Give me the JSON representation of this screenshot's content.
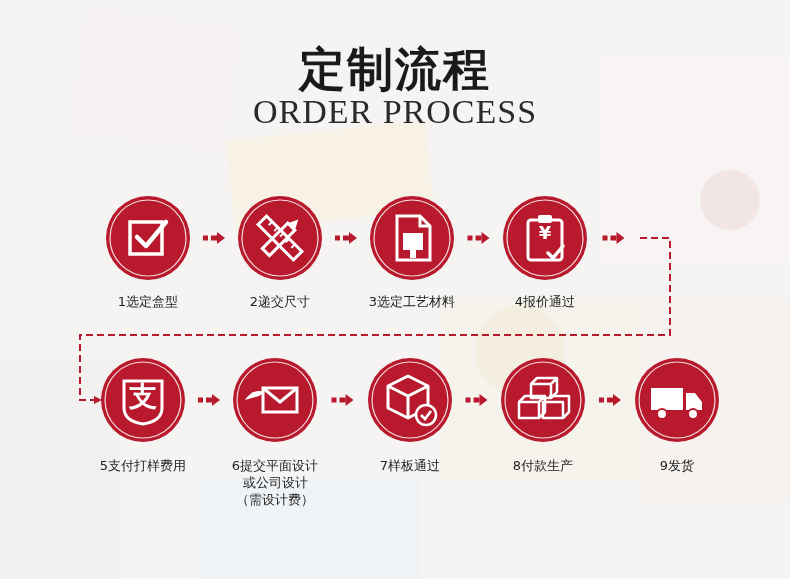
{
  "diagram": {
    "title": "定制流程",
    "nodes": [
      {
        "text": [
          "1选定盒型"
        ]
      },
      {
        "text": [
          "2递交尺寸"
        ]
      },
      {
        "text": [
          "3选定工艺材料"
        ]
      },
      {
        "text": [
          "4报价通过"
        ]
      },
      {
        "text": [
          "5支付打样费用"
        ]
      },
      {
        "text": [
          "6提交平面设计 或公司设计 （需设计费）"
        ]
      },
      {
        "text": [
          "7样板通过"
        ]
      },
      {
        "text": [
          "8付款生产"
        ]
      },
      {
        "text": [
          "9发货"
        ]
      }
    ],
    "edges": [
      {
        "from": 0,
        "to": 1,
        "arrow": "to"
      },
      {
        "from": 1,
        "to": 2,
        "arrow": "to"
      },
      {
        "from": 2,
        "to": 3,
        "arrow": "to"
      },
      {
        "from": 3,
        "to": 4,
        "arrow": "to"
      },
      {
        "from": 4,
        "to": 5,
        "arrow": "to"
      },
      {
        "from": 5,
        "to": 6,
        "arrow": "to"
      },
      {
        "from": 6,
        "to": 7,
        "arrow": "to"
      },
      {
        "from": 7,
        "to": 8,
        "arrow": "to"
      }
    ],
    "labels": [
      "ORDER PROCESS",
      "¥",
      "支"
    ]
  }
}
